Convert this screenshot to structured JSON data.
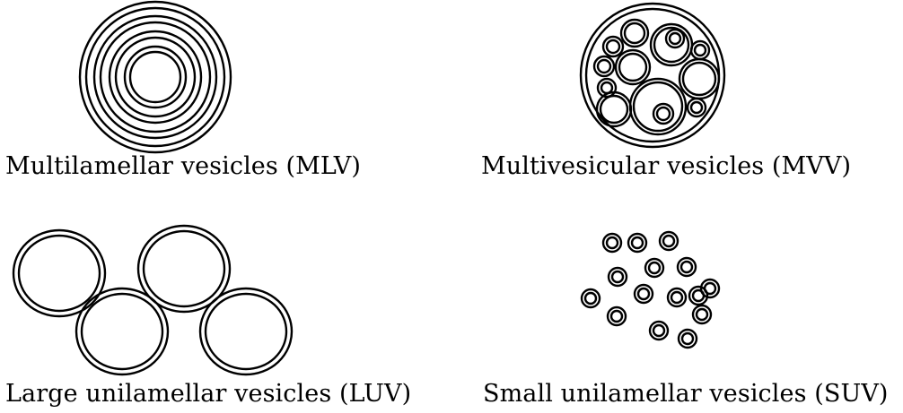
{
  "panels": [
    {
      "id": "mlv",
      "caption": "Multilamellar vesicles (MLV)"
    },
    {
      "id": "mvv",
      "caption": "Multivesicular vesicles (MVV)"
    },
    {
      "id": "luv",
      "caption": "Large unilamellar vesicles (LUV)"
    },
    {
      "id": "suv",
      "caption": "Small unilamellar vesicles (SUV)"
    }
  ],
  "colors": {
    "membrane": "#000000",
    "background": "#ffffff"
  }
}
